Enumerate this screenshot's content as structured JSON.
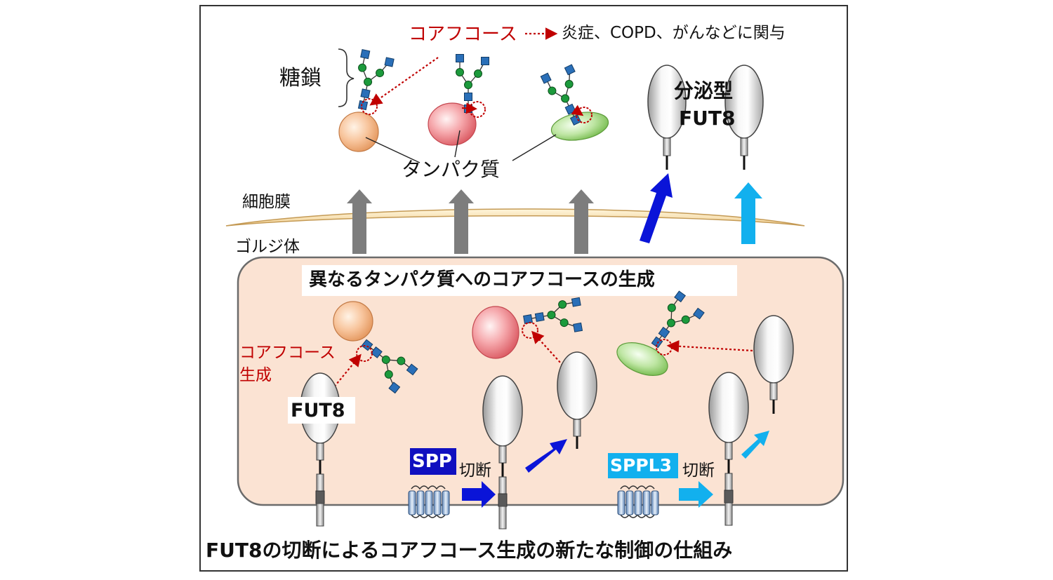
{
  "labels": {
    "core_fucose": "コアフコース",
    "involvement": "炎症、COPD、がんなどに関与",
    "glycan": "糖鎖",
    "protein": "タンパク質",
    "secreted_line1": "分泌型",
    "secreted_line2": "FUT8",
    "cell_membrane": "細胞膜",
    "golgi": "ゴルジ体",
    "golgi_banner": "異なるタンパク質へのコアフコースの生成",
    "core_fucose_gen_line1": "コアフコース",
    "core_fucose_gen_line2": "生成",
    "fut8": "FUT8",
    "spp": "SPP",
    "sppl3": "SPPL3",
    "cleavage_1": "切断",
    "cleavage_2": "切断",
    "caption": "FUT8の切断によるコアフコース生成の新たな制御の仕組み"
  },
  "colors": {
    "core_fucose_red": "#c00000",
    "spp_blue": "#0a14d8",
    "sppl3_cyan": "#12b0ee",
    "golgi_fill": "#fbe3d3",
    "gray_arrow": "#7d7d7d",
    "glcnac_square": "#2a6fb8",
    "mannose_circle": "#1c9a3c"
  }
}
